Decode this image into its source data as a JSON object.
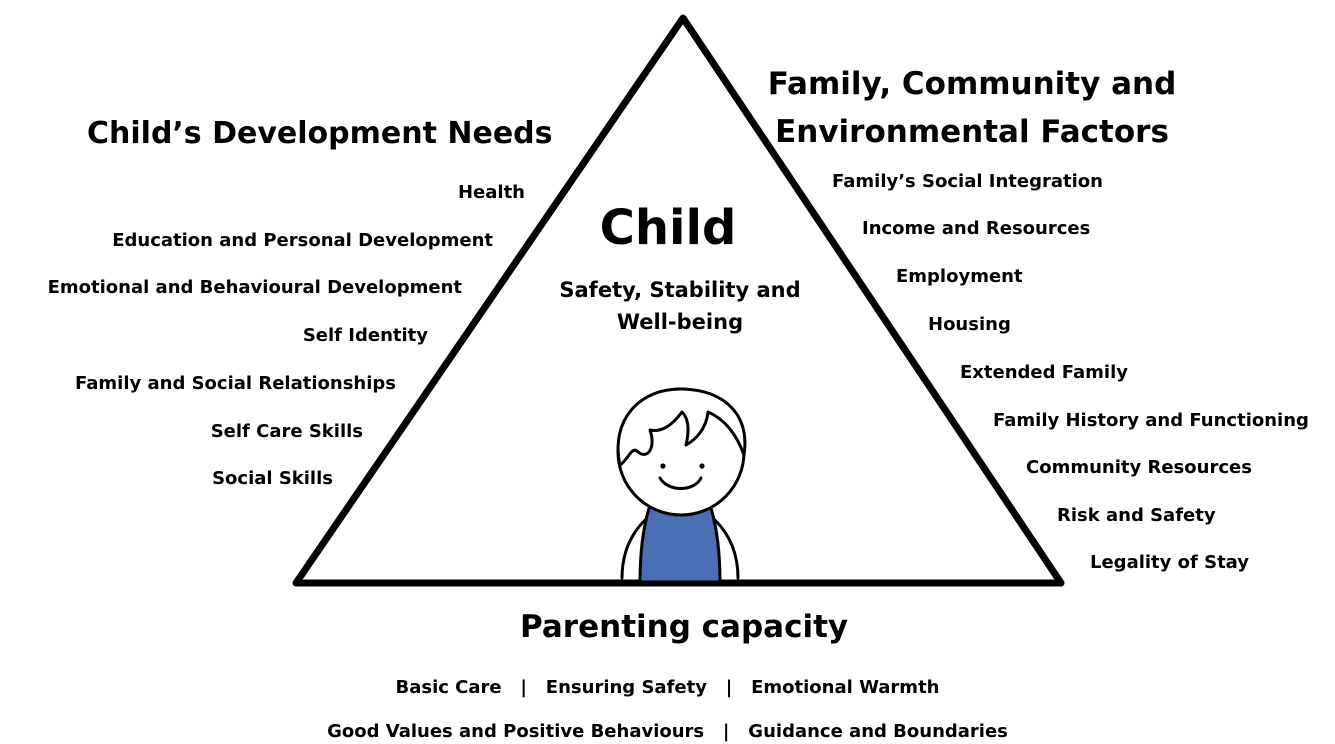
{
  "headings": {
    "left": "Child’s Development Needs",
    "right_line1": "Family, Community and",
    "right_line2": "Environmental Factors",
    "bottom": "Parenting capacity"
  },
  "center": {
    "title": "Child",
    "subtitle_line1": "Safety, Stability and",
    "subtitle_line2": "Well-being"
  },
  "development_needs": [
    "Health",
    "Education and Personal Development",
    "Emotional and Behavioural Development",
    "Self Identity",
    "Family and Social Relationships",
    "Self Care Skills",
    "Social Skills"
  ],
  "environmental_factors": [
    "Family’s Social Integration",
    "Income and Resources",
    "Employment",
    "Housing",
    "Extended Family",
    "Family History and Functioning",
    "Community Resources",
    "Risk and Safety",
    "Legality of Stay"
  ],
  "parenting": {
    "line1": "Basic Care   |   Ensuring Safety   |   Emotional Warmth",
    "line2": "Good Values and Positive Behaviours   |   Guidance and Boundaries"
  },
  "colors": {
    "child_shirt": "#4a6fb5",
    "outline": "#000000"
  }
}
